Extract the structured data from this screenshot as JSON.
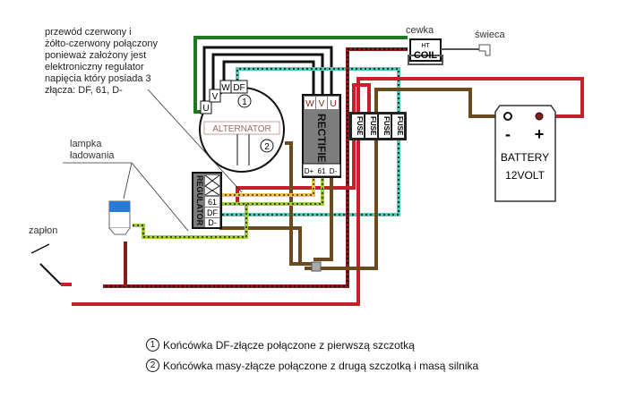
{
  "annotations": {
    "regulator_note": "przewód czerwony i\nżółto-czerwony połączony\nponieważ założony jest\nelektroniczny regulator\nnapięcia który posiada 3\nzłącza: DF, 61, D-",
    "lamp_label": "lampka\nładowania",
    "ignition_label": "zapłon",
    "coil_label": "cewka",
    "spark_plug_label": "świeca"
  },
  "components": {
    "alternator": {
      "label": "ALTERNATOR",
      "terminals": [
        "U",
        "V",
        "W",
        "DF"
      ],
      "marker_1": "1",
      "marker_2": "2"
    },
    "rectifier": {
      "label": "RECTIFIER",
      "top_terminals": [
        "W",
        "V",
        "U"
      ],
      "bottom_terminals": [
        "D+",
        "61",
        "D-"
      ]
    },
    "regulator": {
      "label": "REGULATOR",
      "terminals": [
        "61",
        "DF",
        "D-"
      ]
    },
    "fuses": [
      "FUSE",
      "FUSE",
      "FUSE",
      "FUSE"
    ],
    "coil": {
      "line1": "HT",
      "line2": "COIL"
    },
    "battery": {
      "minus": "-",
      "plus": "+",
      "line1": "BATTERY",
      "line2": "12VOLT"
    }
  },
  "legend": [
    {
      "num": "1",
      "text": "Końcówka DF-złącze połączone z pierwszą szczotką"
    },
    {
      "num": "2",
      "text": "Końcówka masy-złącze połączone z drugą szczotką i masą silnika"
    }
  ],
  "colors": {
    "green": "#1e7a1e",
    "black": "#111111",
    "red": "#c8202a",
    "brown": "#6b4a1f",
    "teal": "#5cc6b4",
    "yellow": "#e8c44a",
    "lime": "#9ccc3a",
    "dark_red": "#8b1a1a"
  }
}
